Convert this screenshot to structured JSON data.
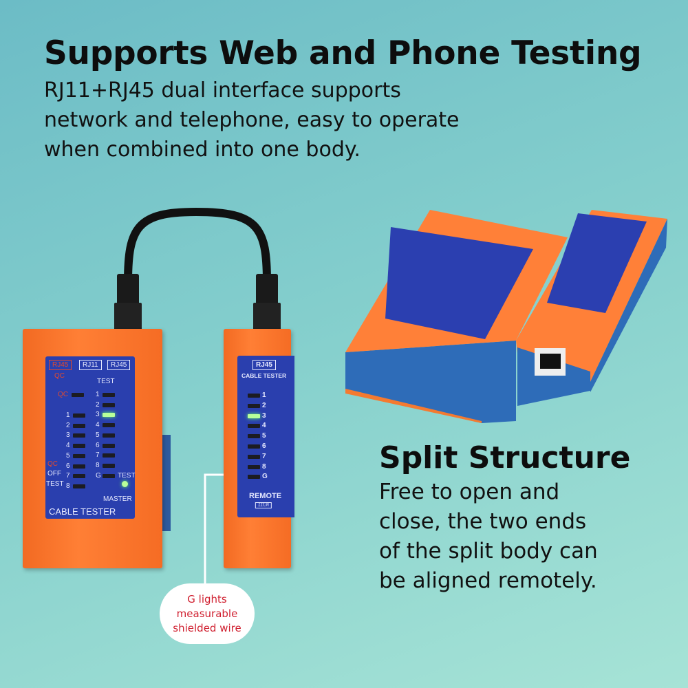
{
  "header": {
    "title": "Supports Web and Phone Testing",
    "lines": [
      "RJ11+RJ45 dual interface supports",
      "network and telephone, easy to operate",
      "when combined into one body."
    ]
  },
  "split": {
    "title": "Split Structure",
    "lines": [
      "Free to open and",
      "close, the two ends",
      "of the split body can",
      "be aligned remotely."
    ]
  },
  "callout": {
    "lines": [
      "G lights",
      "measurable",
      "shielded wire"
    ]
  },
  "master": {
    "qc_box": "RJ45",
    "qc": "QC",
    "test_boxes": [
      "RJ11",
      "RJ45"
    ],
    "test": "TEST",
    "left_leds": [
      "1",
      "2",
      "3",
      "4",
      "5",
      "6",
      "7",
      "8"
    ],
    "right_leds": [
      "1",
      "2",
      "3",
      "4",
      "5",
      "6",
      "7",
      "8",
      "G"
    ],
    "off": "OFF",
    "test_side": "TEST",
    "test_led": "TEST",
    "master": "MASTER",
    "name": "CABLE TESTER",
    "lit_right": "3"
  },
  "remote": {
    "box": "RJ45",
    "name": "CABLE TESTER",
    "leds": [
      "1",
      "2",
      "3",
      "4",
      "5",
      "6",
      "7",
      "8",
      "G"
    ],
    "label": "REMOTE",
    "bottom_box": "RJ11",
    "lit": "3"
  },
  "colors": {
    "orange": "#f47a30",
    "blue": "#2a3fae",
    "callout_text": "#d02030"
  }
}
